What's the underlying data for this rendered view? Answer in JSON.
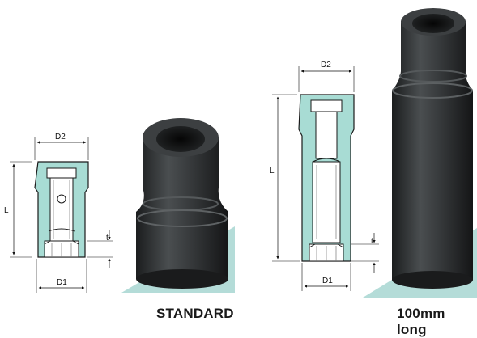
{
  "captions": {
    "standard": "STANDARD",
    "long": "100mm long"
  },
  "dimensions": {
    "length": "L",
    "top_diameter": "D2",
    "bottom_diameter": "D1",
    "hex_depth": "t"
  },
  "colors": {
    "section_fill": "#a8dcd4",
    "socket_body": "#2a2d2e",
    "floor": "#b4dcd8",
    "outline": "#1a1a1a"
  }
}
